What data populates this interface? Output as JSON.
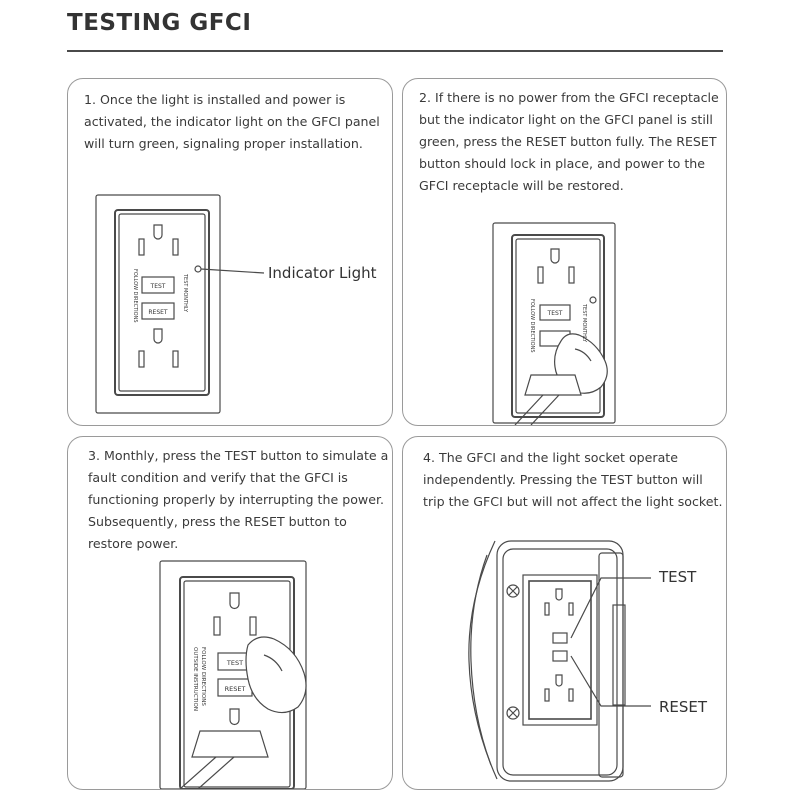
{
  "title": "TESTING GFCI",
  "steps": [
    {
      "text": "1. Once the light is installed and power is activated, the indicator light on the GFCI panel will turn green, signaling proper installation.",
      "callout": "Indicator Light"
    },
    {
      "text": "2. If there is no power from the GFCI receptacle but the indicator light on the GFCI panel is still green, press the RESET button fully. The RESET button should lock in place, and power to the GFCI receptacle will be restored."
    },
    {
      "text": "3. Monthly, press the TEST button to simulate a fault condition and verify that the GFCI is functioning properly by interrupting the power. Subsequently, press the RESET button to restore power."
    },
    {
      "text": "4. The GFCI and the light socket operate independently. Pressing the TEST button will trip the GFCI but will not affect the light socket.",
      "callout_test": "TEST",
      "callout_reset": "RESET"
    }
  ],
  "outlet": {
    "test_label": "TEST",
    "reset_label": "RESET",
    "side_text_1": "FOLLOW DIRECTIONS",
    "side_text_2": "OUTSIDE INSTRUCTION",
    "side_text_3": "TEST MONTHLY"
  },
  "colors": {
    "line": "#4a4a4a",
    "border": "#9a9a9a",
    "text": "#333333"
  }
}
